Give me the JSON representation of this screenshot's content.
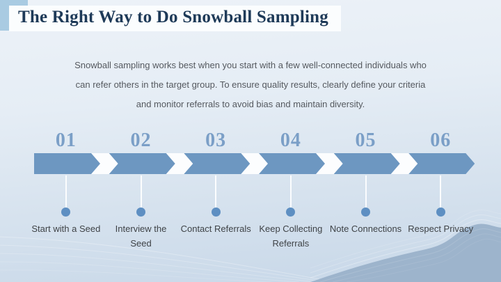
{
  "slide": {
    "title": "The Right Way to Do Snowball Sampling",
    "intro_lines": [
      "Snowball sampling works best when you start with a few well-connected individuals who",
      "can refer others in the target group. To ensure quality results, clearly define your criteria",
      "and monitor referrals to avoid bias and maintain diversity."
    ],
    "steps": [
      {
        "num": "01",
        "label": "Start with a Seed"
      },
      {
        "num": "02",
        "label": "Interview the Seed"
      },
      {
        "num": "03",
        "label": "Contact Referrals"
      },
      {
        "num": "04",
        "label": "Keep Collecting Referrals"
      },
      {
        "num": "05",
        "label": "Note Connections"
      },
      {
        "num": "06",
        "label": "Respect Privacy"
      }
    ],
    "colors": {
      "title_text": "#1e3a58",
      "accent_square": "#a9cbe2",
      "arrow_fill": "#6d97c1",
      "number_text": "#7b9fc7",
      "dot_fill": "#5e8fc2",
      "body_text": "#55595f",
      "label_text": "#3f4347",
      "wave_fill": "#9db4cc",
      "background_top": "#edf2f8",
      "background_bottom": "#c7d7e8"
    }
  }
}
